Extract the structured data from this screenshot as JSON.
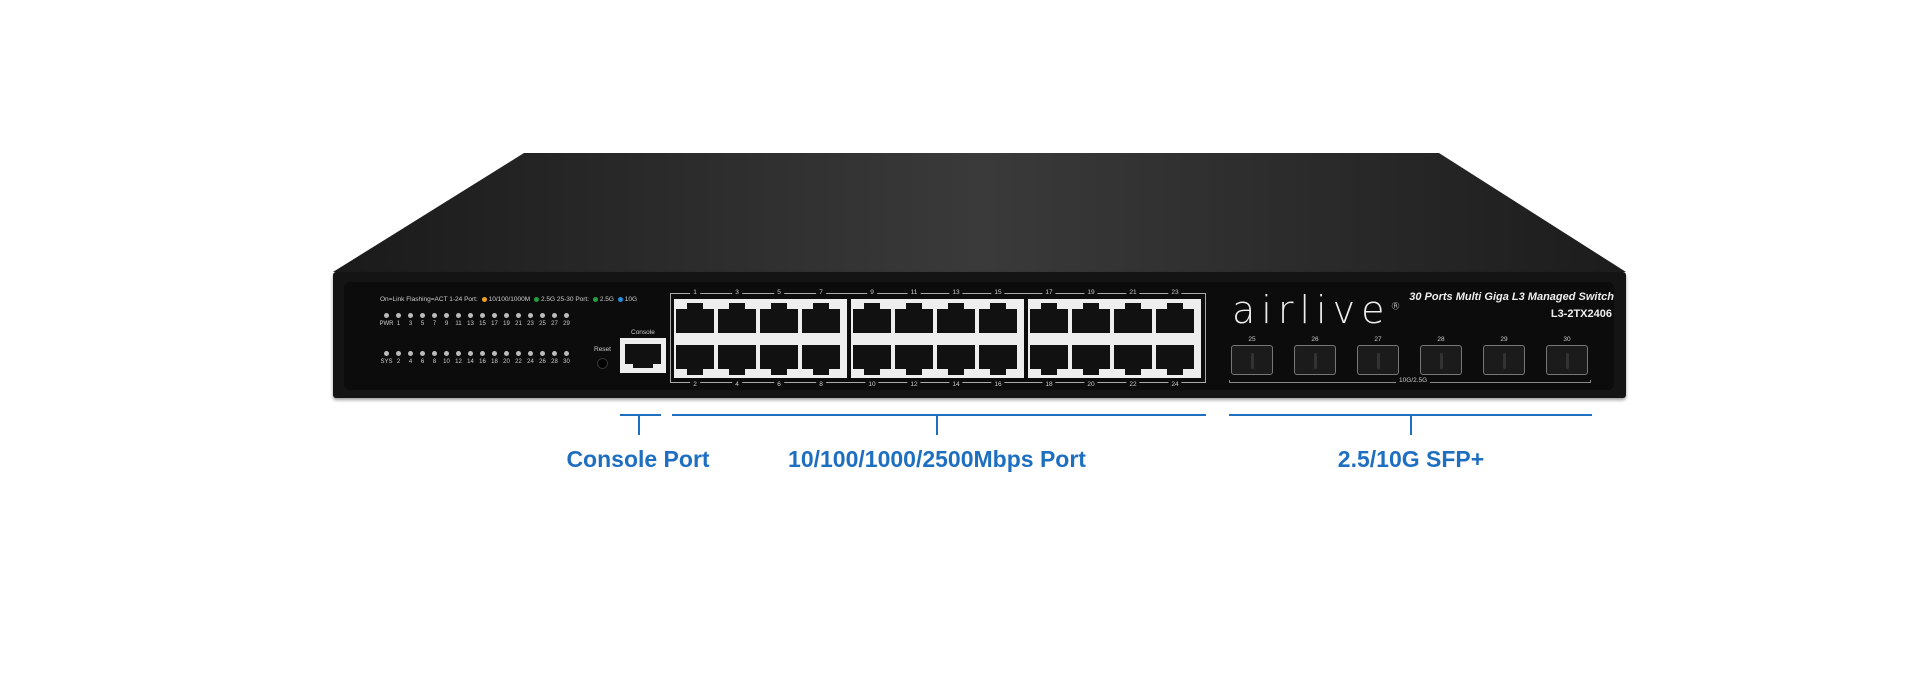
{
  "device": {
    "brand": "airlive",
    "title": "30 Ports Multi Giga L3 Managed Switch",
    "model": "L3-2TX2406",
    "legend": {
      "prefix": "On=Link  Flashing=ACT  1-24 Port:",
      "items": [
        {
          "label": "10/100/1000M",
          "color": "#f0a020"
        },
        {
          "label": "2.5G  25-30 Port:",
          "color": "#20a040"
        },
        {
          "label": "2.5G",
          "color": "#20a040"
        },
        {
          "label": "10G",
          "color": "#2090e0"
        }
      ]
    },
    "led_top_labels": [
      "PWR",
      "1",
      "3",
      "5",
      "7",
      "9",
      "11",
      "13",
      "15",
      "17",
      "19",
      "21",
      "23",
      "25",
      "27",
      "29"
    ],
    "led_bottom_labels": [
      "SYS",
      "2",
      "4",
      "6",
      "8",
      "10",
      "12",
      "14",
      "16",
      "18",
      "20",
      "22",
      "24",
      "26",
      "28",
      "30"
    ],
    "reset_label": "Reset",
    "console_label": "Console",
    "rj45_top_labels": [
      "1",
      "3",
      "5",
      "7",
      "9",
      "11",
      "13",
      "15",
      "17",
      "19",
      "21",
      "23"
    ],
    "rj45_bottom_labels": [
      "2",
      "4",
      "6",
      "8",
      "10",
      "12",
      "14",
      "16",
      "18",
      "20",
      "22",
      "24"
    ],
    "sfp_labels": [
      "25",
      "26",
      "27",
      "28",
      "29",
      "30"
    ],
    "sfp_group_label": "10G/2.5G"
  },
  "callouts": {
    "console": "Console Port",
    "rj45": "10/100/1000/2500Mbps Port",
    "sfp": "2.5/10G SFP+"
  },
  "colors": {
    "callout": "#1f6fc0",
    "chassis": "#141414"
  }
}
